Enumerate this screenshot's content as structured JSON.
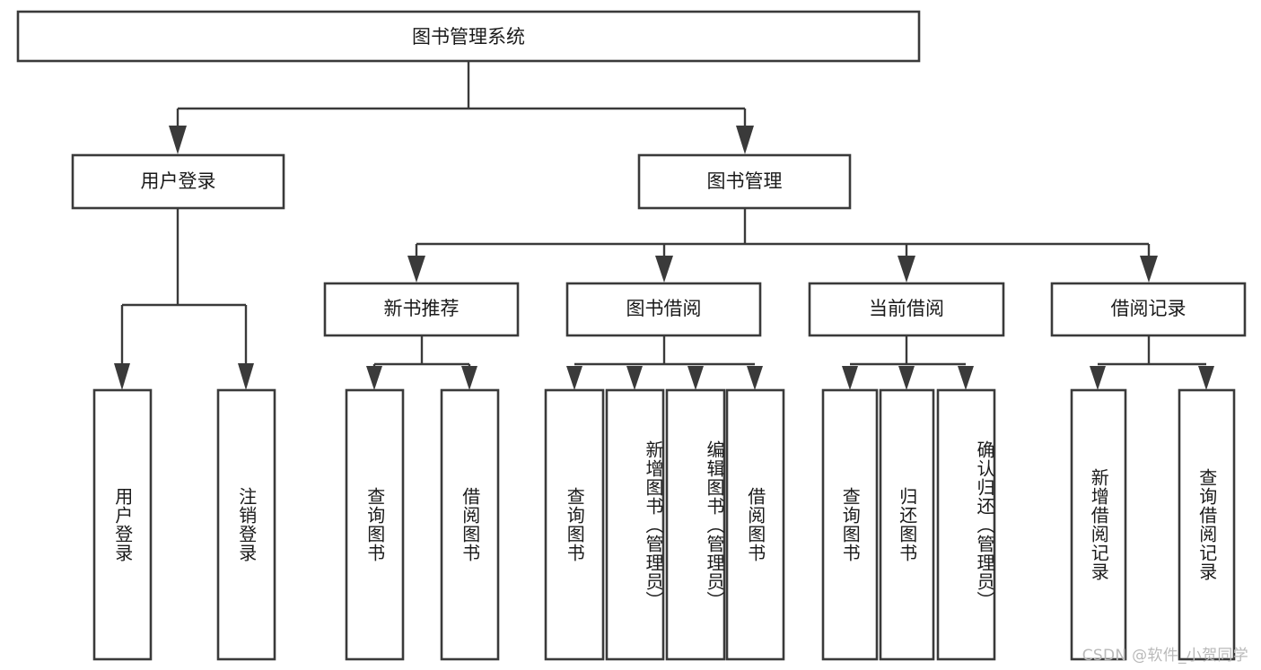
{
  "diagram": {
    "type": "tree-hierarchy",
    "title_node": {
      "id": "root",
      "label": "图书管理系统"
    },
    "level2": [
      {
        "id": "user-login",
        "label": "用户登录"
      },
      {
        "id": "book-manage",
        "label": "图书管理"
      }
    ],
    "level3": [
      {
        "id": "new-book-recommend",
        "label": "新书推荐",
        "parent": "book-manage"
      },
      {
        "id": "book-borrow",
        "label": "图书借阅",
        "parent": "book-manage"
      },
      {
        "id": "current-borrow",
        "label": "当前借阅",
        "parent": "book-manage"
      },
      {
        "id": "borrow-record",
        "label": "借阅记录",
        "parent": "book-manage"
      }
    ],
    "leaves": [
      {
        "id": "leaf-user-login",
        "label": "用户登录",
        "parent": "user-login"
      },
      {
        "id": "leaf-logout-login",
        "label": "注销登录",
        "parent": "user-login"
      },
      {
        "id": "leaf-query-book-1",
        "label": "查询图书",
        "parent": "new-book-recommend"
      },
      {
        "id": "leaf-borrow-book-1",
        "label": "借阅图书",
        "parent": "new-book-recommend"
      },
      {
        "id": "leaf-query-book-2",
        "label": "查询图书",
        "parent": "book-borrow"
      },
      {
        "id": "leaf-add-book",
        "label": "新增图书（管理员）",
        "parent": "book-borrow"
      },
      {
        "id": "leaf-edit-book",
        "label": "编辑图书（管理员）",
        "parent": "book-borrow"
      },
      {
        "id": "leaf-borrow-book-2",
        "label": "借阅图书",
        "parent": "book-borrow"
      },
      {
        "id": "leaf-query-book-3",
        "label": "查询图书",
        "parent": "current-borrow"
      },
      {
        "id": "leaf-return-book",
        "label": "归还图书",
        "parent": "current-borrow"
      },
      {
        "id": "leaf-confirm-return",
        "label": "确认归还（管理员）",
        "parent": "current-borrow"
      },
      {
        "id": "leaf-add-record",
        "label": "新增借阅记录",
        "parent": "borrow-record"
      },
      {
        "id": "leaf-query-record",
        "label": "查询借阅记录",
        "parent": "borrow-record"
      }
    ]
  },
  "watermark": {
    "text": "CSDN @软件_小贺同学"
  },
  "colors": {
    "box_stroke": "#3a3a3a",
    "box_fill": "#ffffff",
    "text": "#1a1a1a",
    "background": "#ffffff",
    "watermark": "#b9b9b9"
  }
}
